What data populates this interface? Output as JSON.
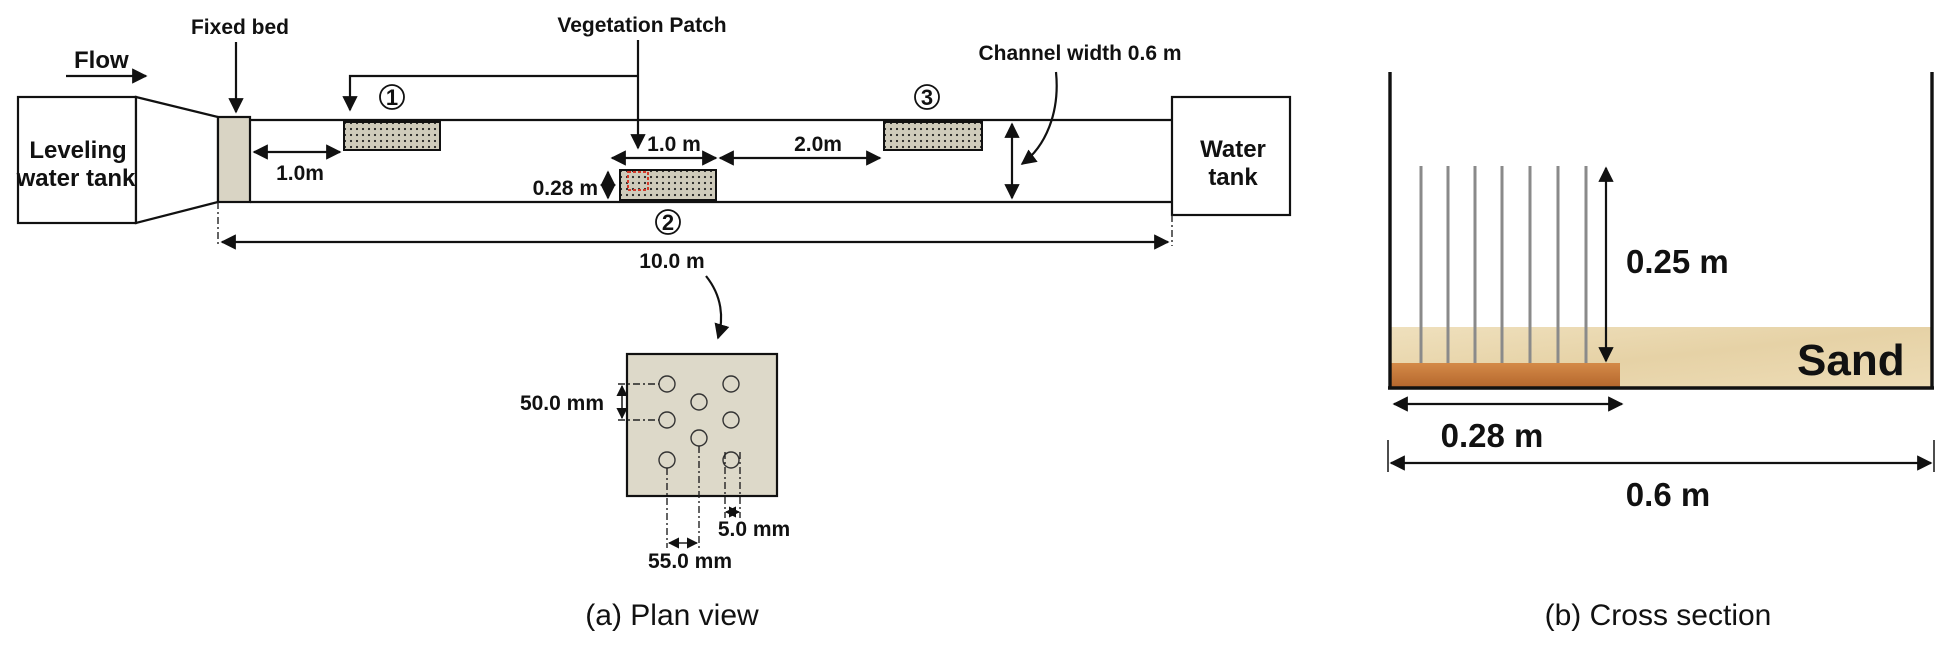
{
  "plan_view": {
    "flow_label": "Flow",
    "fixed_bed_label": "Fixed bed",
    "vegetation_patch_label": "Vegetation Patch",
    "channel_width_label": "Channel width 0.6 m",
    "leveling_tank_line1": "Leveling",
    "leveling_tank_line2": "water tank",
    "water_tank_line1": "Water",
    "water_tank_line2": "tank",
    "dim_fixed_to_patch1": "1.0m",
    "dim_patch_length": "1.0 m",
    "dim_patch_gap": "2.0m",
    "dim_patch_width": "0.28 m",
    "dim_channel_length": "10.0 m",
    "patch_numbers": [
      "①",
      "②",
      "③"
    ],
    "caption": "(a) Plan view"
  },
  "detail": {
    "dim_row_spacing": "50.0 mm",
    "dim_col_spacing": "55.0 mm",
    "dim_stem_diameter": "5.0 mm"
  },
  "cross_section": {
    "dim_height": "0.25 m",
    "sand_label": "Sand",
    "dim_patch_width": "0.28 m",
    "dim_channel_width": "0.6 m",
    "caption": "(b) Cross section"
  },
  "colors": {
    "fixed_bed": "#d9d4c4",
    "patch_fill": "#cfcbbb",
    "detail_fill": "#ddd9c9",
    "sand": "#e9d8b2",
    "wood": "#c57a3c",
    "stem": "#8a8a8a"
  }
}
